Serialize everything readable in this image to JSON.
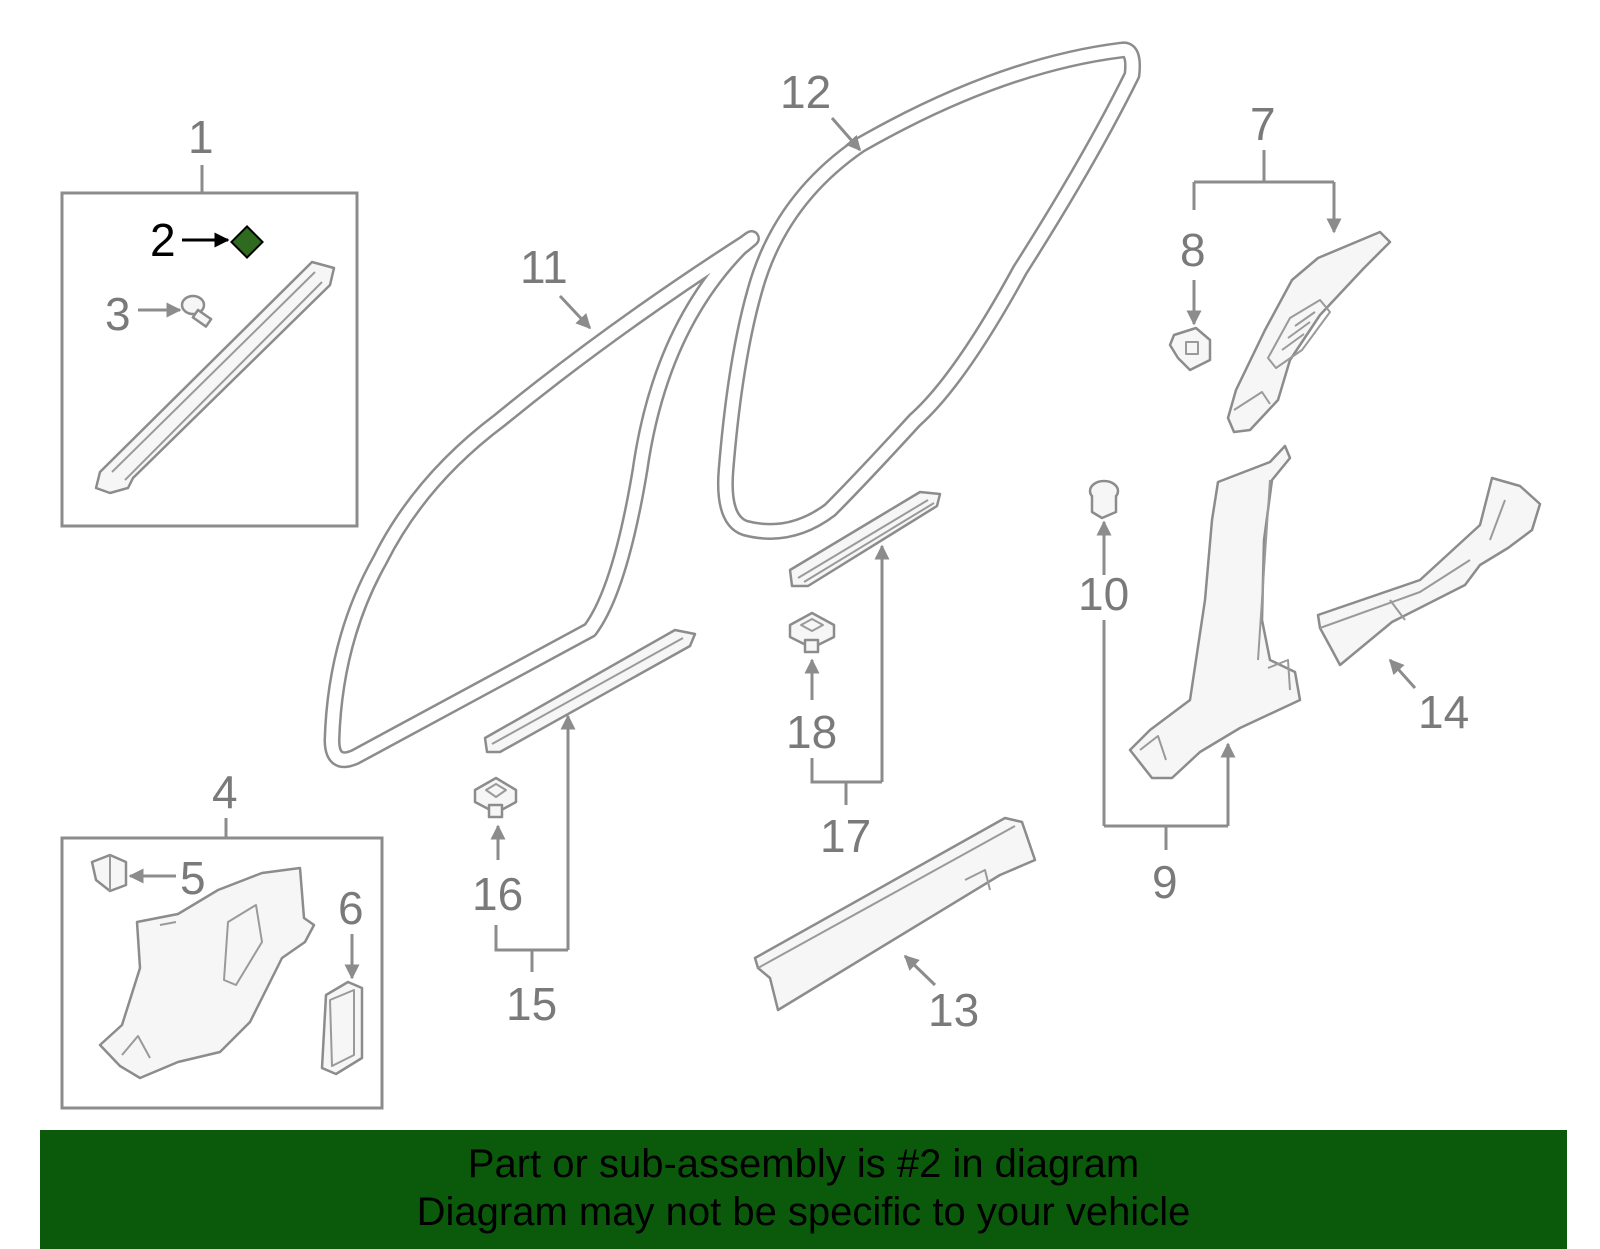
{
  "callouts": {
    "n1": "1",
    "n2": "2",
    "n3": "3",
    "n4": "4",
    "n5": "5",
    "n6": "6",
    "n7": "7",
    "n8": "8",
    "n9": "9",
    "n10": "10",
    "n11": "11",
    "n12": "12",
    "n13": "13",
    "n14": "14",
    "n15": "15",
    "n16": "16",
    "n17": "17",
    "n18": "18"
  },
  "highlight": {
    "part_number": "2",
    "color": "#2e6b1f"
  },
  "banner": {
    "line1": "Part or sub-assembly is #2 in diagram",
    "line2": "Diagram may not be specific to your vehicle",
    "background": "#0b5a0b"
  }
}
